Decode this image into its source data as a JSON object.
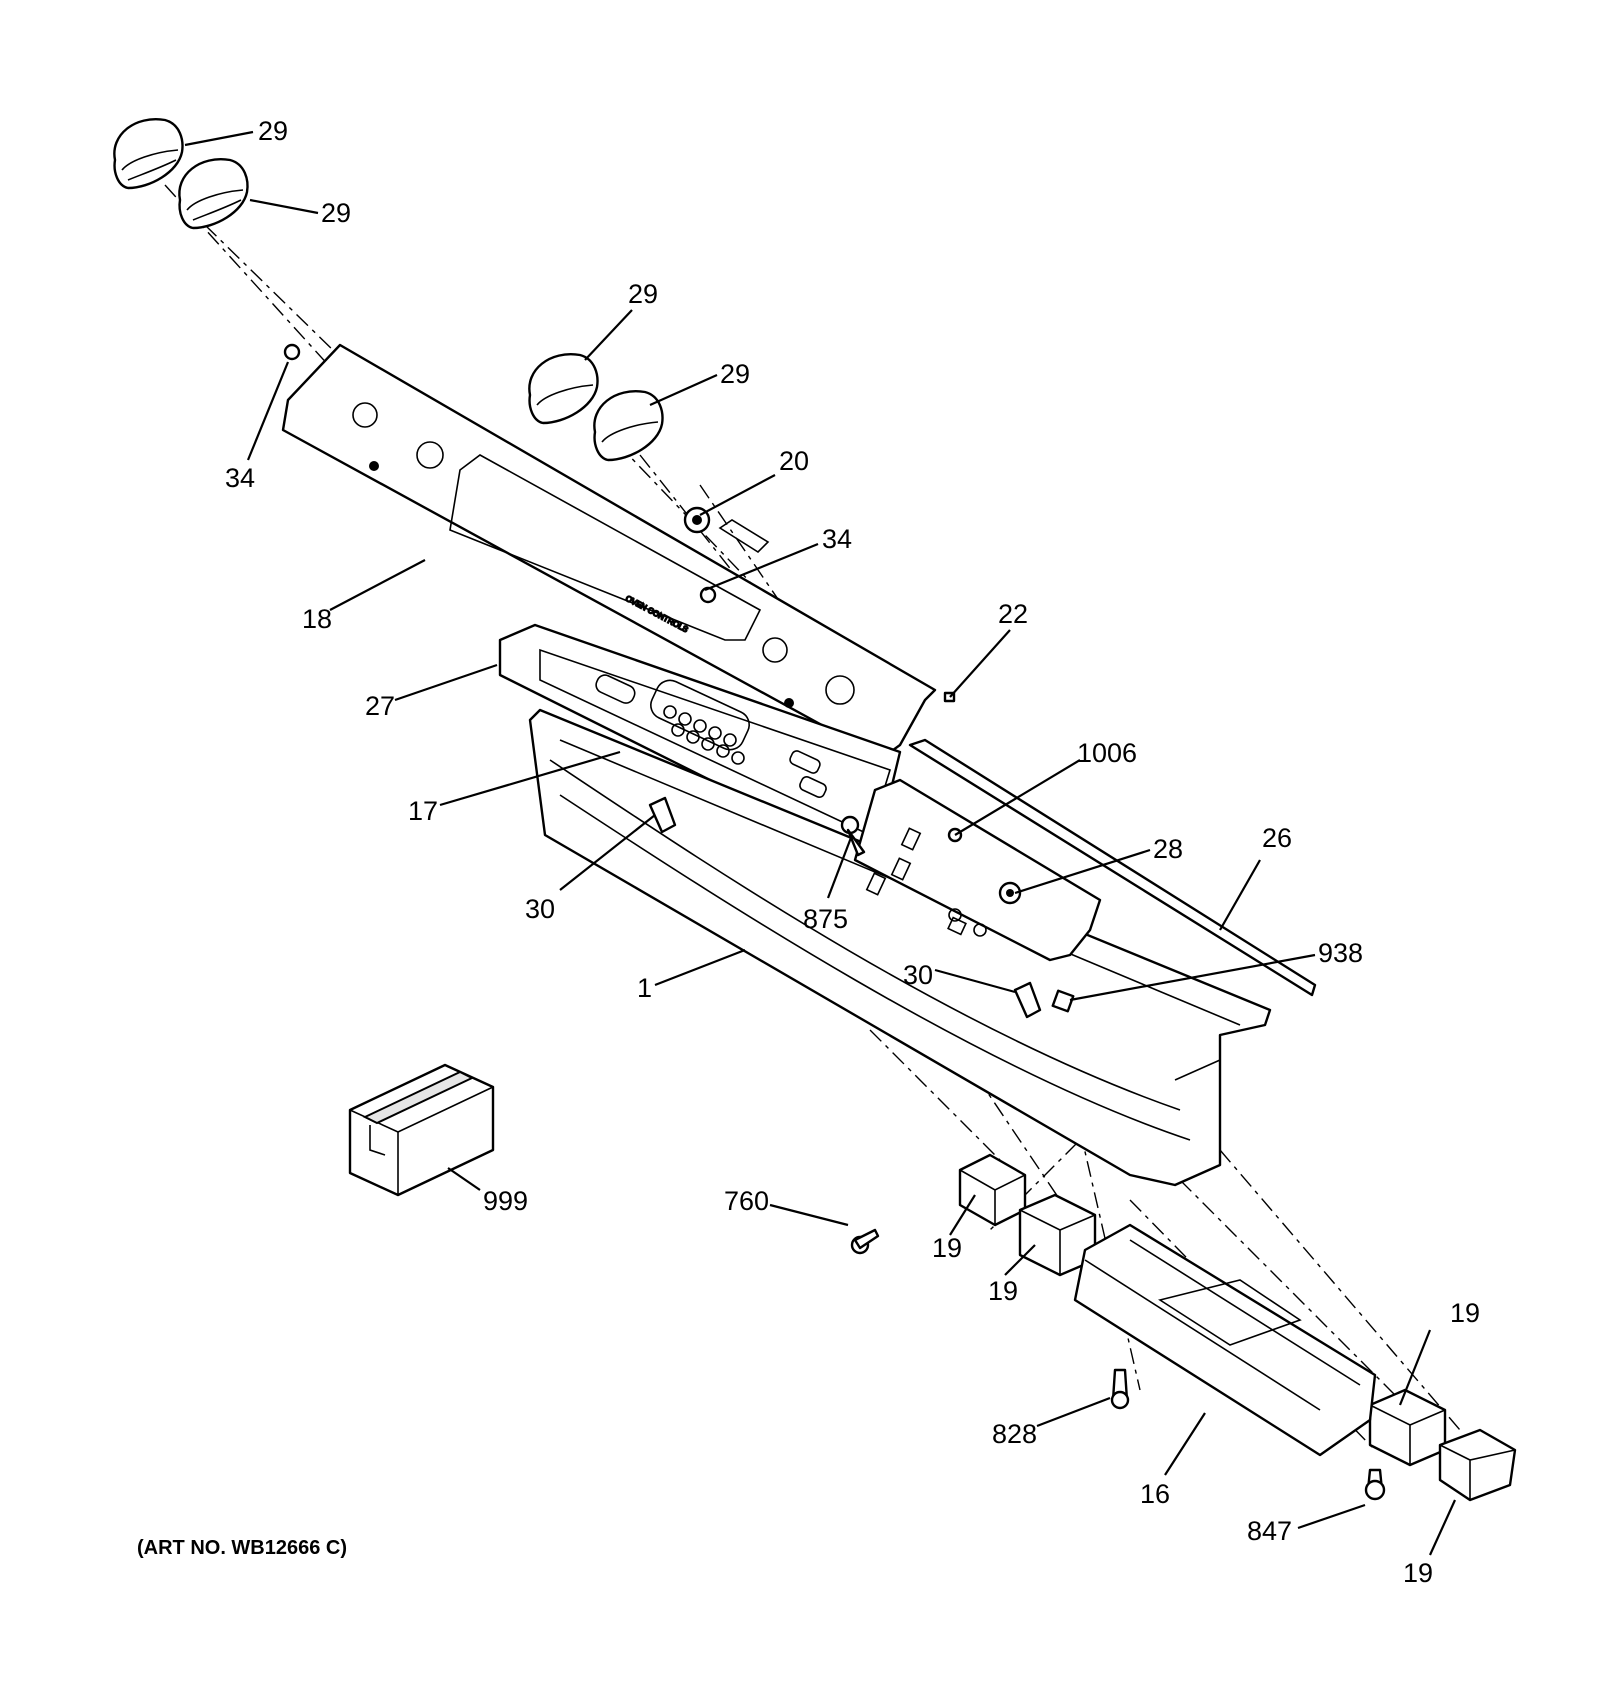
{
  "diagram": {
    "art_number": "(ART NO. WB12666 C)",
    "callouts": [
      {
        "id": "c29a",
        "label": "29"
      },
      {
        "id": "c29b",
        "label": "29"
      },
      {
        "id": "c29c",
        "label": "29"
      },
      {
        "id": "c29d",
        "label": "29"
      },
      {
        "id": "c34a",
        "label": "34"
      },
      {
        "id": "c34b",
        "label": "34"
      },
      {
        "id": "c20",
        "label": "20"
      },
      {
        "id": "c18",
        "label": "18"
      },
      {
        "id": "c22",
        "label": "22"
      },
      {
        "id": "c27",
        "label": "27"
      },
      {
        "id": "c17",
        "label": "17"
      },
      {
        "id": "c1006",
        "label": "1006"
      },
      {
        "id": "c28",
        "label": "28"
      },
      {
        "id": "c26",
        "label": "26"
      },
      {
        "id": "c30a",
        "label": "30"
      },
      {
        "id": "c875",
        "label": "875"
      },
      {
        "id": "c30b",
        "label": "30"
      },
      {
        "id": "c938",
        "label": "938"
      },
      {
        "id": "c1",
        "label": "1"
      },
      {
        "id": "c999",
        "label": "999"
      },
      {
        "id": "c760",
        "label": "760"
      },
      {
        "id": "c19a",
        "label": "19"
      },
      {
        "id": "c19b",
        "label": "19"
      },
      {
        "id": "c19c",
        "label": "19"
      },
      {
        "id": "c19d",
        "label": "19"
      },
      {
        "id": "c828",
        "label": "828"
      },
      {
        "id": "c16",
        "label": "16"
      },
      {
        "id": "c847",
        "label": "847"
      }
    ]
  }
}
